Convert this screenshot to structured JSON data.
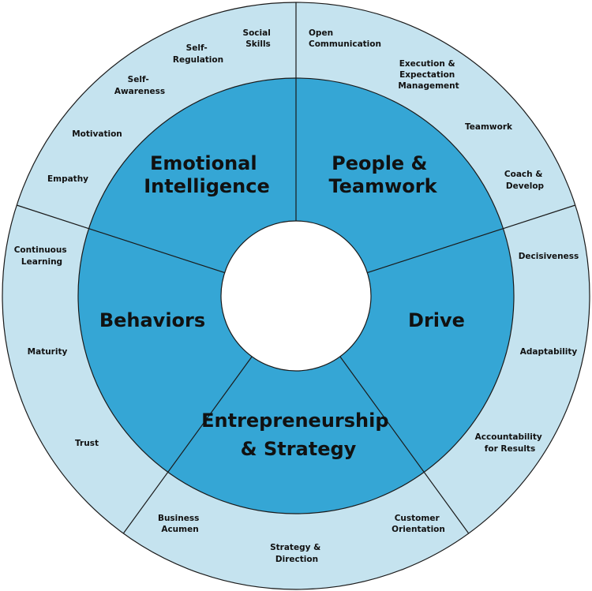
{
  "colors": {
    "outer_ring": "#c5e3ef",
    "inner_ring": "#35a6d5",
    "center": "#ffffff",
    "lines": "#1a1a1a",
    "text": "#111111"
  },
  "segments": [
    {
      "label_lines": [
        "Emotional",
        "Intelligence"
      ],
      "items": [
        [
          "Social",
          "Skills"
        ],
        [
          "Self-",
          "Regulation"
        ],
        [
          "Self-",
          "Awareness"
        ],
        [
          "Motivation"
        ],
        [
          "Empathy"
        ]
      ]
    },
    {
      "label_lines": [
        "People &",
        "Teamwork"
      ],
      "items": [
        [
          "Open",
          "Communication"
        ],
        [
          "Execution &",
          "Expectation",
          "Management"
        ],
        [
          "Teamwork"
        ],
        [
          "Coach &",
          "Develop"
        ]
      ]
    },
    {
      "label_lines": [
        "Drive"
      ],
      "items": [
        [
          "Decisiveness"
        ],
        [
          "Adaptability"
        ],
        [
          "Accountability",
          "for Results"
        ]
      ]
    },
    {
      "label_lines": [
        "Entrepreneurship",
        "& Strategy"
      ],
      "items": [
        [
          "Customer",
          "Orientation"
        ],
        [
          "Strategy &",
          "Direction"
        ],
        [
          "Business",
          "Acumen"
        ]
      ]
    },
    {
      "label_lines": [
        "Behaviors"
      ],
      "items": [
        [
          "Continuous",
          "Learning"
        ],
        [
          "Maturity"
        ],
        [
          "Trust"
        ]
      ]
    }
  ]
}
